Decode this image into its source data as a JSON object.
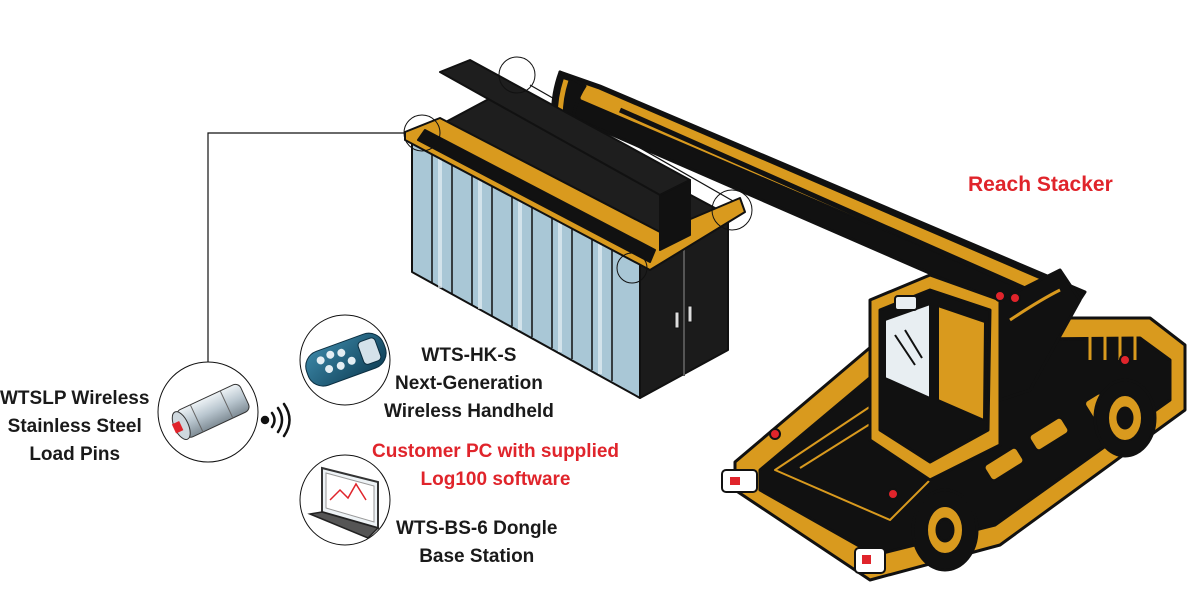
{
  "labels": {
    "reach_stacker": "Reach Stacker",
    "load_pins": [
      "WTSLP Wireless",
      "Stainless Steel",
      "Load Pins"
    ],
    "handheld": [
      "WTS-HK-S",
      "Next-Generation",
      "Wireless Handheld"
    ],
    "customer_pc": [
      "Customer PC with supplied",
      "Log100 software"
    ],
    "base_station": [
      "WTS-BS-6 Dongle",
      "Base Station"
    ]
  },
  "colors": {
    "accent_red": "#e0242b",
    "machine_gold": "#d99a1e",
    "machine_black": "#111111",
    "container_blue": "#a9c7d6",
    "handheld_blue": "#1d5f7c"
  },
  "icons": [
    "load-pin-icon",
    "wireless-signal-icon",
    "handheld-icon",
    "laptop-icon"
  ]
}
